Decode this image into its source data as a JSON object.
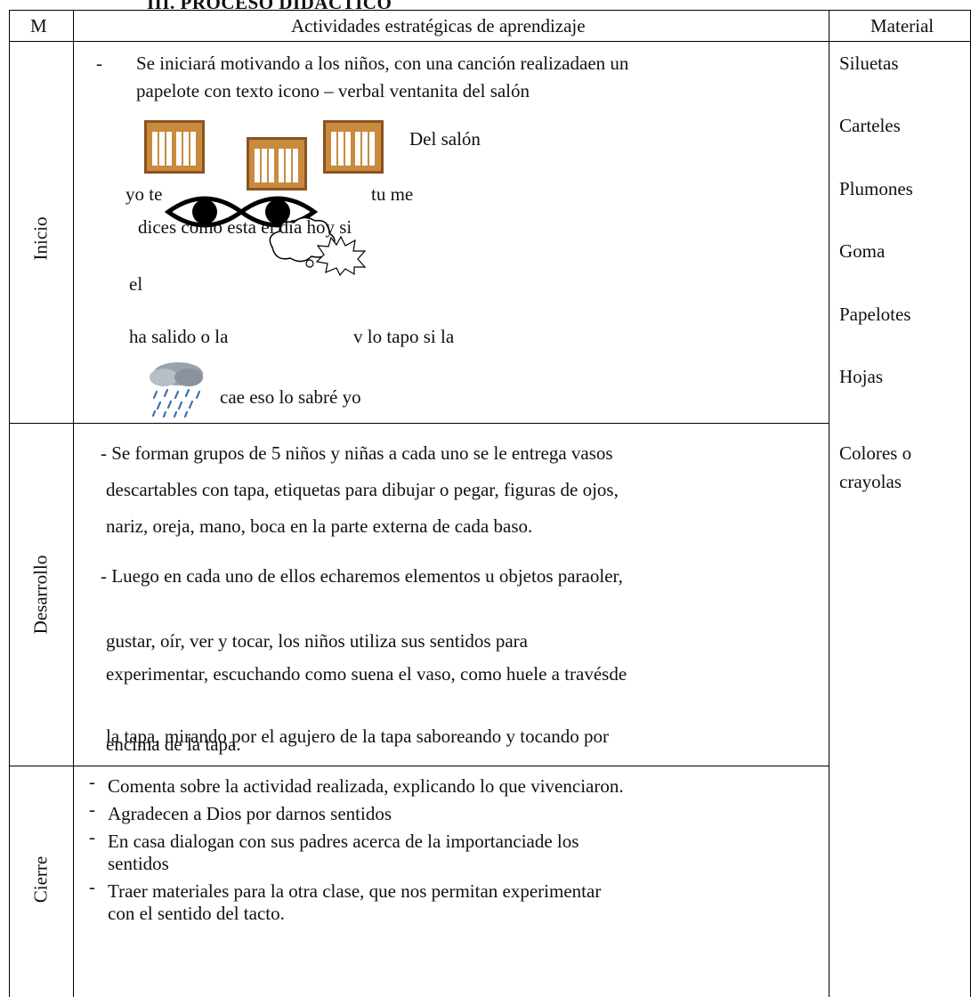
{
  "heading": "III. PROCESO DIDÁCTICO",
  "table": {
    "headers": {
      "m": "M",
      "activities": "Actividades estratégicas de aprendizaje",
      "material": "Material"
    },
    "phases": {
      "inicio": "Inicio",
      "desarrollo": "Desarrollo",
      "cierre": "Cierre"
    },
    "inicio": {
      "dash": "-",
      "line1": "Se iniciará motivando a los niños, con una canción realizadaen un",
      "line2": "papelote con texto icono – verbal ventanita del salón",
      "del_salon": "Del salón",
      "yo_te": "yo te",
      "tu_me": "tu me",
      "dices": "dices como esta el día hoy si",
      "el": "el",
      "ha_salido": "ha salido o la",
      "lo_tapo": "v lo tapo si la",
      "cae": "cae eso lo sabré yo"
    },
    "desarrollo": {
      "p1_l1": "- Se forman grupos de 5 niños y niñas a cada uno se le entrega vasos",
      "p1_l2": "descartables con tapa, etiquetas para dibujar o pegar, figuras de ojos,",
      "p1_l3": "nariz, oreja, mano, boca en la parte externa de cada baso.",
      "p2_l1": "- Luego en cada uno de ellos echaremos elementos u objetos paraoler,",
      "p3_l1": "gustar, oír, ver y tocar, los niños utiliza sus sentidos para",
      "p3_l2": "experimentar, escuchando como suena el vaso, como huele a travésde",
      "p4_l1": "la tapa, mirando por el agujero de la tapa saboreando y tocando por",
      "p4_l2": "encima de la tapa."
    },
    "cierre": {
      "b1": "Comenta sobre la actividad realizada, explicando lo que vivenciaron.",
      "b2": "Agradecen a Dios por darnos sentidos",
      "b3_l1": "En casa dialogan con sus padres acerca de la importanciade los",
      "b3_l2": "sentidos",
      "b4_l1": "Traer materiales para la otra clase, que nos permitan experimentar",
      "b4_l2": "con el sentido del tacto."
    },
    "materials": [
      "Siluetas",
      "Carteles",
      "Plumones",
      "Goma",
      "Papelotes",
      "Hojas",
      "Colores o",
      "crayolas"
    ]
  }
}
